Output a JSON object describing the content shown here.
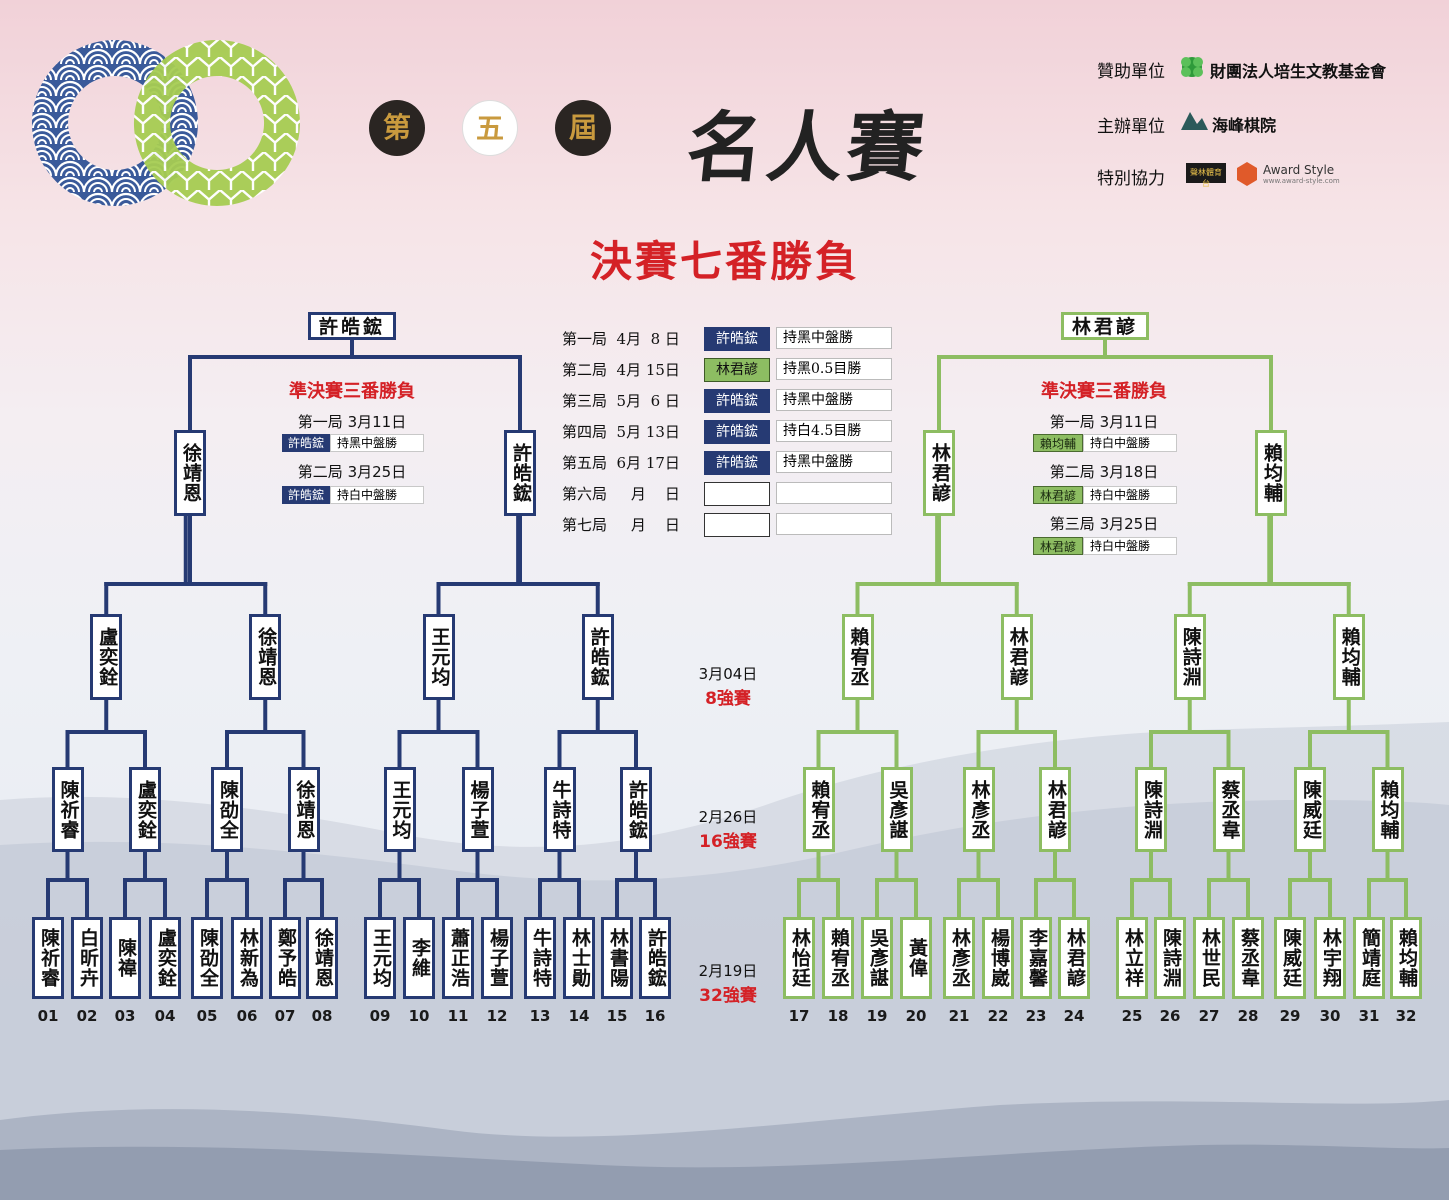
{
  "header": {
    "edition": [
      "第",
      "五",
      "屆"
    ],
    "title": "名人賽",
    "sponsors": [
      {
        "label": "贊助單位",
        "org": "財團法人培生文教基金會"
      },
      {
        "label": "主辦單位",
        "org": "海峰棋院"
      },
      {
        "label": "特別協力",
        "org": "",
        "logo_text": "Award Style",
        "logo_sub": "www.award-style.com",
        "badge_text": "聲林體育台"
      }
    ]
  },
  "final": {
    "title": "決賽七番勝負",
    "games": [
      {
        "label": "第一局  4月  8 日",
        "winner": "許皓鋐",
        "result": "持黑中盤勝",
        "side": "blue"
      },
      {
        "label": "第二局  4月 15日",
        "winner": "林君諺",
        "result": "持黑0.5目勝",
        "side": "green"
      },
      {
        "label": "第三局  5月  6 日",
        "winner": "許皓鋐",
        "result": "持黑中盤勝",
        "side": "blue"
      },
      {
        "label": "第四局  5月 13日",
        "winner": "許皓鋐",
        "result": "持白4.5目勝",
        "side": "blue"
      },
      {
        "label": "第五局  6月 17日",
        "winner": "許皓鋐",
        "result": "持黑中盤勝",
        "side": "blue"
      },
      {
        "label": "第六局     月    日",
        "winner": "",
        "result": "",
        "side": "empty"
      },
      {
        "label": "第七局     月    日",
        "winner": "",
        "result": "",
        "side": "empty"
      }
    ]
  },
  "semis": {
    "left": {
      "title": "準決賽三番勝負",
      "games": [
        {
          "date": "第一局 3月11日",
          "winner": "許皓鋐",
          "result": "持黑中盤勝"
        },
        {
          "date": "第二局 3月25日",
          "winner": "許皓鋐",
          "result": "持白中盤勝"
        }
      ]
    },
    "right": {
      "title": "準決賽三番勝負",
      "games": [
        {
          "date": "第一局 3月11日",
          "winner": "賴均輔",
          "result": "持白中盤勝"
        },
        {
          "date": "第二局 3月18日",
          "winner": "林君諺",
          "result": "持白中盤勝"
        },
        {
          "date": "第三局 3月25日",
          "winner": "林君諺",
          "result": "持白中盤勝"
        }
      ]
    }
  },
  "rounds": [
    {
      "date": "3月04日",
      "name": "8強賽"
    },
    {
      "date": "2月26日",
      "name": "16強賽"
    },
    {
      "date": "2月19日",
      "name": "32強賽"
    }
  ],
  "bracket": {
    "r32": [
      "陳祈睿",
      "白昕卉",
      "陳禕",
      "盧奕銓",
      "陳劭全",
      "林新為",
      "鄭予皓",
      "徐靖恩",
      "王元均",
      "李維",
      "蕭正浩",
      "楊子萱",
      "牛詩特",
      "林士勛",
      "林書陽",
      "許皓鋐",
      "林怡廷",
      "賴宥丞",
      "吳彥諶",
      "黃偉",
      "林彥丞",
      "楊博崴",
      "李嘉馨",
      "林君諺",
      "林立祥",
      "陳詩淵",
      "林世民",
      "蔡丞韋",
      "陳威廷",
      "林宇翔",
      "簡靖庭",
      "賴均輔"
    ],
    "numbers": [
      "01",
      "02",
      "03",
      "04",
      "05",
      "06",
      "07",
      "08",
      "09",
      "10",
      "11",
      "12",
      "13",
      "14",
      "15",
      "16",
      "17",
      "18",
      "19",
      "20",
      "21",
      "22",
      "23",
      "24",
      "25",
      "26",
      "27",
      "28",
      "29",
      "30",
      "31",
      "32"
    ],
    "r16": [
      "陳祈睿",
      "盧奕銓",
      "陳劭全",
      "徐靖恩",
      "王元均",
      "楊子萱",
      "牛詩特",
      "許皓鋐",
      "賴宥丞",
      "吳彥諶",
      "林彥丞",
      "林君諺",
      "陳詩淵",
      "蔡丞韋",
      "陳威廷",
      "賴均輔"
    ],
    "r8": [
      "盧奕銓",
      "徐靖恩",
      "王元均",
      "許皓鋐",
      "賴宥丞",
      "林君諺",
      "陳詩淵",
      "賴均輔"
    ],
    "r4": [
      "徐靖恩",
      "許皓鋐",
      "林君諺",
      "賴均輔"
    ],
    "finalists": [
      "許皓鋐",
      "林君諺"
    ]
  },
  "colors": {
    "left": "#263a73",
    "right": "#8dbd62",
    "red": "#d42126"
  }
}
